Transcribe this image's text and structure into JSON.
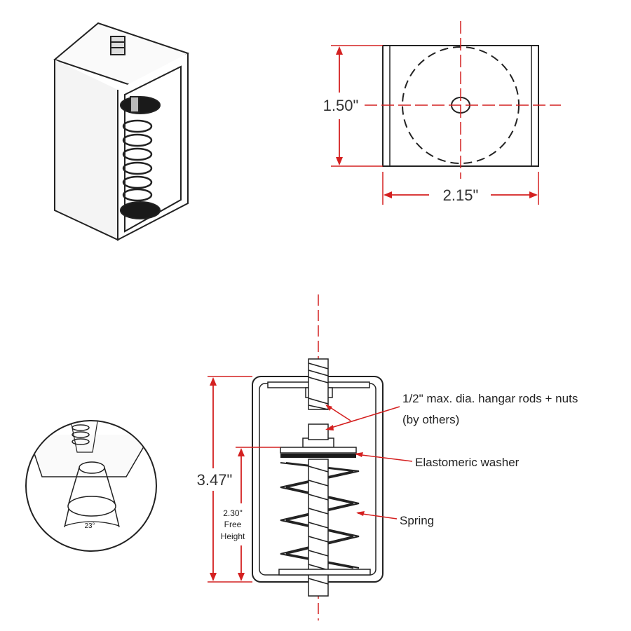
{
  "colors": {
    "dimension": "#d42020",
    "outline": "#222222",
    "washer": "#1a1a1a",
    "background": "#ffffff"
  },
  "plan_view": {
    "height_label": "1.50\"",
    "width_label": "2.15\""
  },
  "section_view": {
    "overall_height_label": "3.47\"",
    "free_height_value": "2.30\"",
    "free_height_line1": "Free",
    "free_height_line2": "Height",
    "callout_rods_line1": "1/2\" max. dia. hangar rods + nuts",
    "callout_rods_line2": "(by others)",
    "callout_washer": "Elastomeric washer",
    "callout_spring": "Spring"
  },
  "detail_view": {
    "angle_label": "23°"
  }
}
